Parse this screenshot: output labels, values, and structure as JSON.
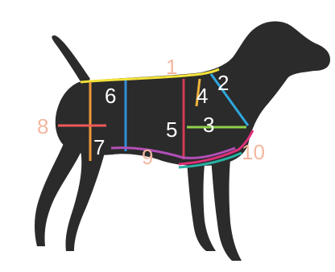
{
  "silhouette": {
    "subject": "dog",
    "fill": "#2b2b2b"
  },
  "measurement_labels": [
    {
      "text": "1",
      "color": "#f3b7a0"
    },
    {
      "text": "2",
      "color": "#ffffff"
    },
    {
      "text": "3",
      "color": "#ffffff"
    },
    {
      "text": "4",
      "color": "#ffffff"
    },
    {
      "text": "5",
      "color": "#ffffff"
    },
    {
      "text": "6",
      "color": "#ffffff"
    },
    {
      "text": "7",
      "color": "#ffffff"
    },
    {
      "text": "8",
      "color": "#f3b7a0"
    },
    {
      "text": "9",
      "color": "#f3b7a0"
    },
    {
      "text": "10",
      "color": "#f3b7a0"
    }
  ],
  "measurement_lines": [
    {
      "id": "1",
      "color": "#f4e33a"
    },
    {
      "id": "2",
      "color": "#2fa7dc"
    },
    {
      "id": "3",
      "color": "#8dd24a"
    },
    {
      "id": "4",
      "color": "#f0b43c"
    },
    {
      "id": "5",
      "color": "#d23a54"
    },
    {
      "id": "6",
      "color": "#2f8fd8"
    },
    {
      "id": "7",
      "color": "#ef9a3a"
    },
    {
      "id": "8",
      "color": "#ef5a5a"
    },
    {
      "id": "9",
      "color": "#b34fb7"
    },
    {
      "id": "10",
      "color": "#e0307a"
    }
  ]
}
